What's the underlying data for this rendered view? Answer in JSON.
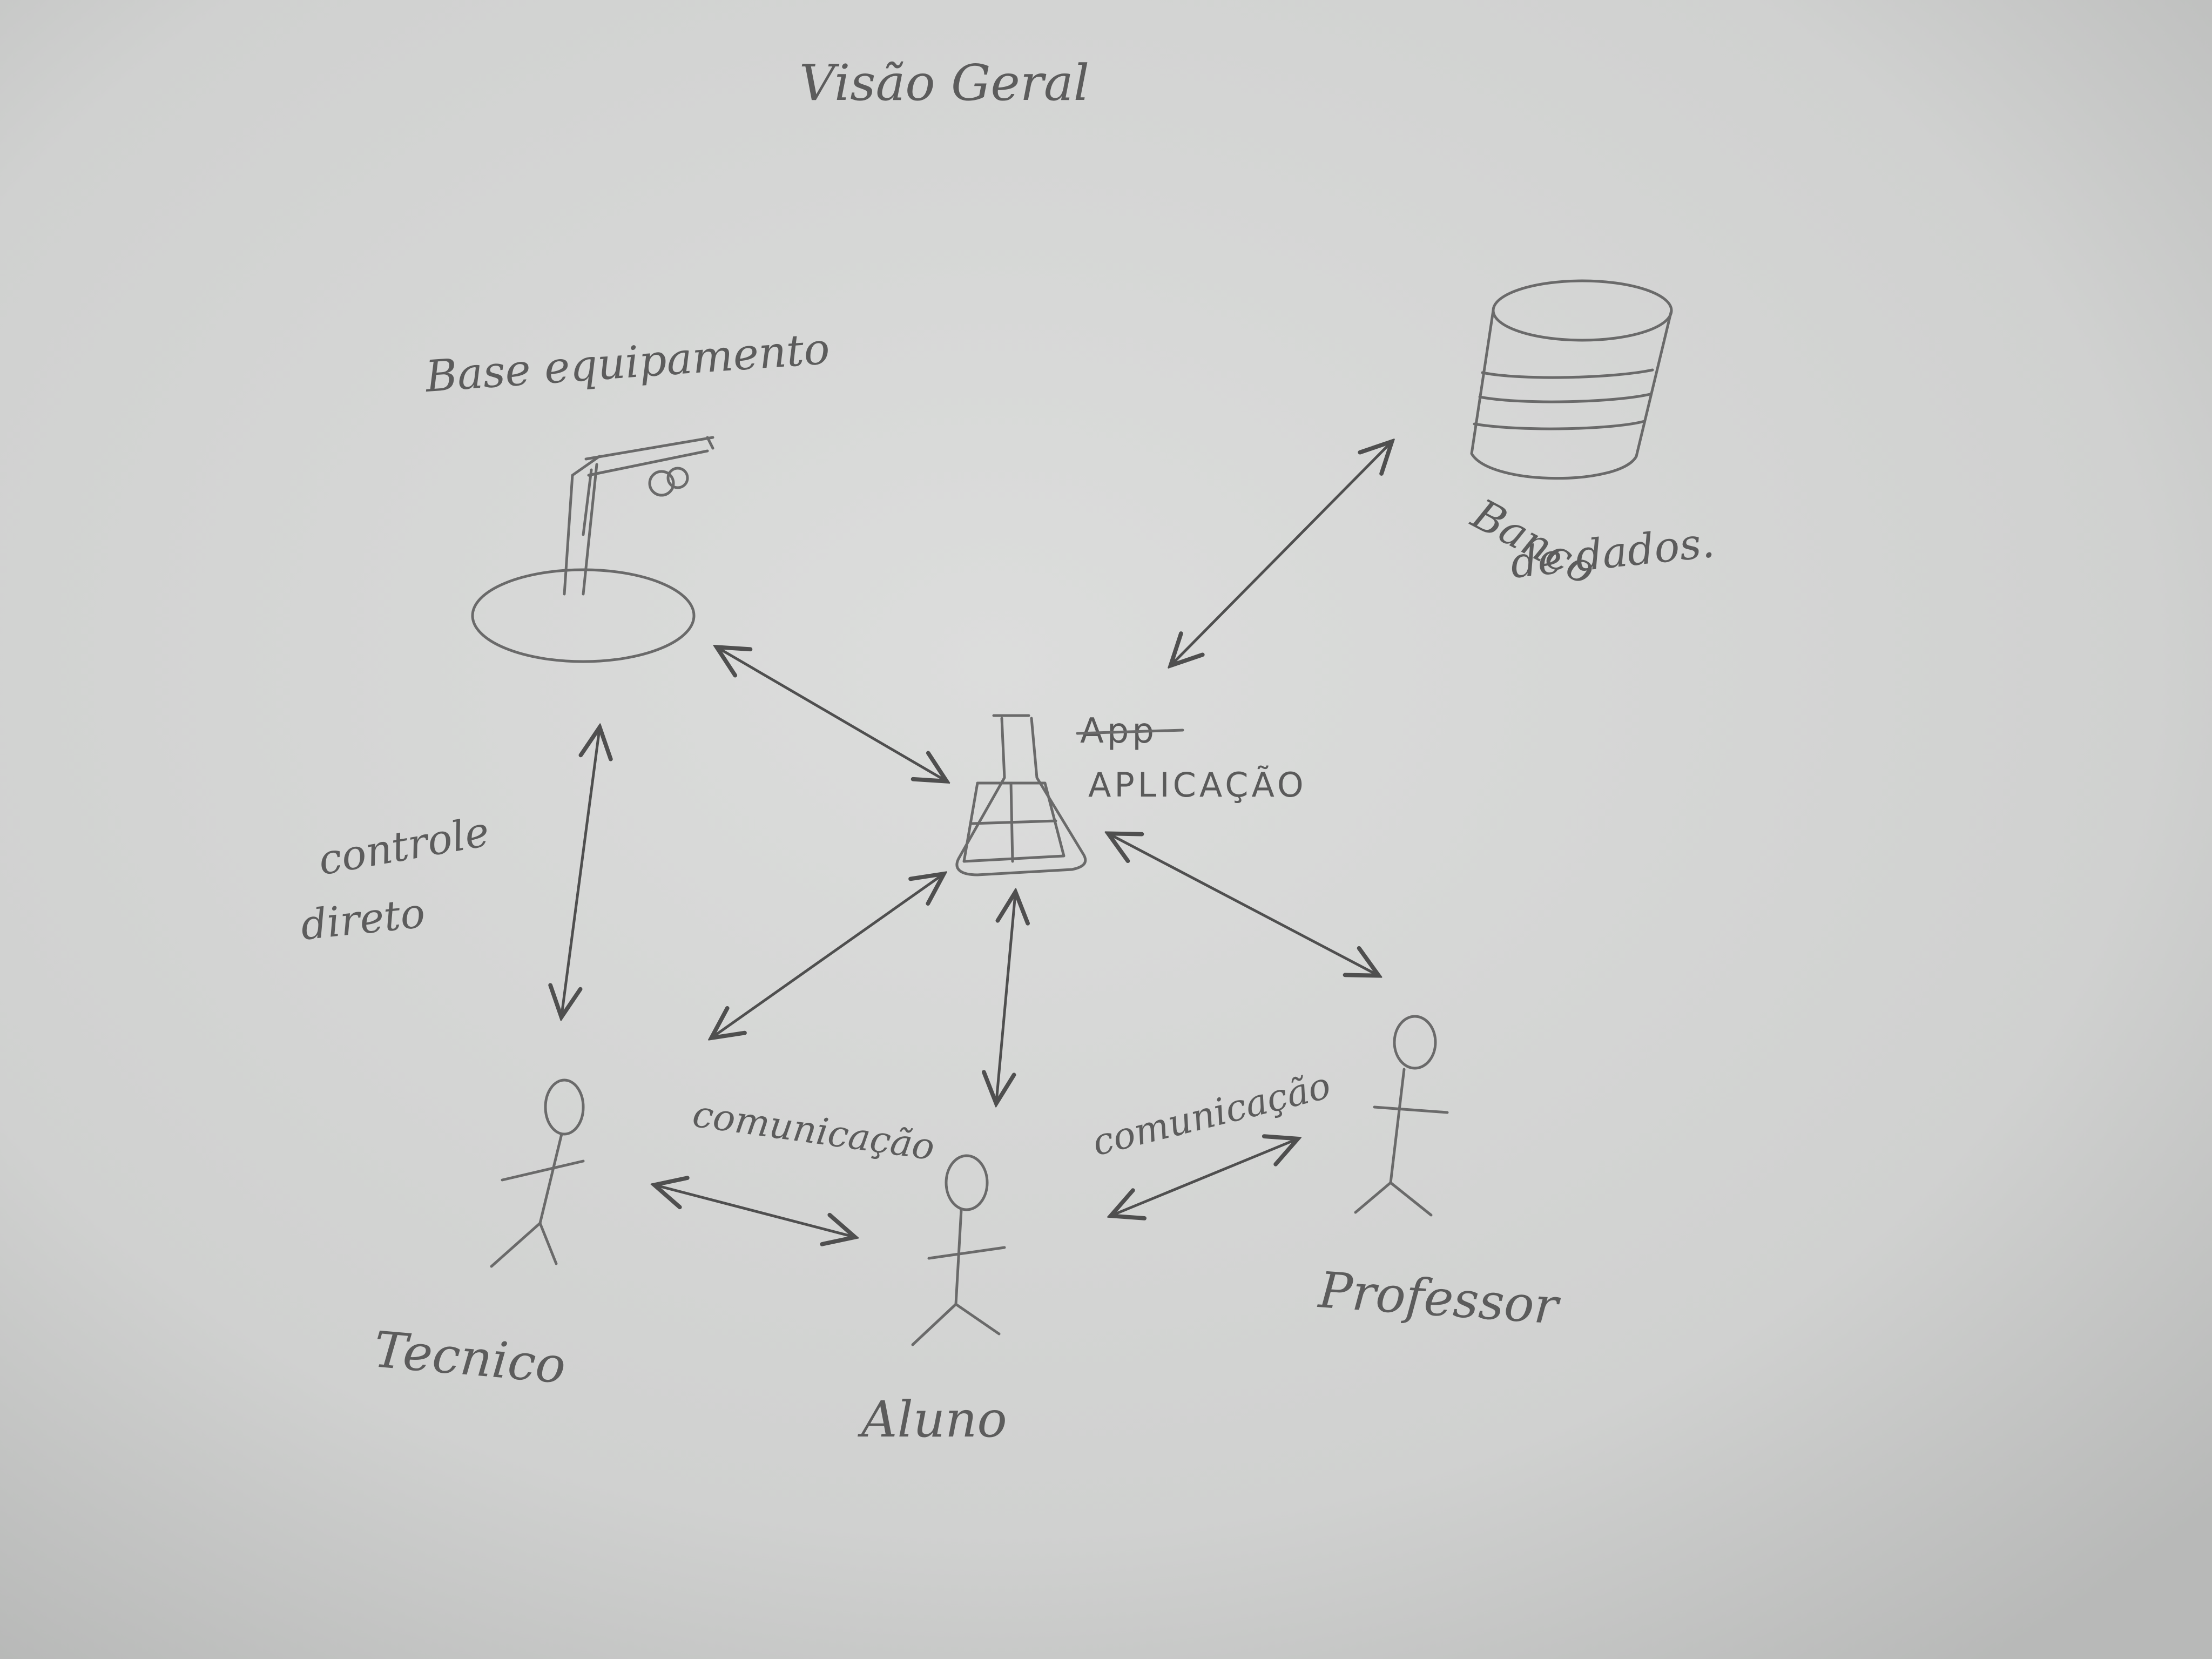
{
  "title": "Visão Geral",
  "nodes": {
    "base": "Base equipamento",
    "database_line1": "Banco",
    "database_line2": "de dados.",
    "app_struck": "App",
    "app": "APLICAÇÃO",
    "tecnico": "Tecnico",
    "aluno": "Aluno",
    "professor": "Professor"
  },
  "edges": {
    "controle_line1": "controle",
    "controle_line2": "direto",
    "comunicacao_left": "comunicação",
    "comunicacao_right": "comunicação"
  },
  "colors": {
    "paper": "#d4d5d4",
    "pencil": "#5c5c5c"
  }
}
